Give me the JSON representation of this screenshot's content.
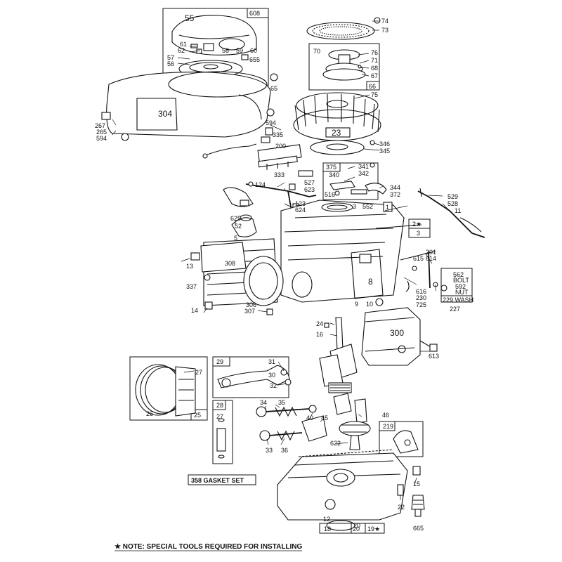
{
  "labels": {
    "l55": "55",
    "l608": "608",
    "l61": "61",
    "l62": "62",
    "l57": "57",
    "l56": "56",
    "l58": "58",
    "l59": "59",
    "l60": "60",
    "l655": "655",
    "l65": "65",
    "l74": "74",
    "l73": "73",
    "l70": "70",
    "l76": "76",
    "l71": "71",
    "l68": "68",
    "l67": "67",
    "l66": "66",
    "l75": "75",
    "l304": "304",
    "l267": "267",
    "l265": "265",
    "l594a": "594",
    "l594b": "594",
    "l335": "335",
    "l23": "23",
    "l200": "200",
    "l346": "346",
    "l345": "345",
    "l333": "333",
    "l375": "375",
    "l341": "341",
    "l340": "340",
    "l342": "342",
    "l344": "344",
    "l372": "372",
    "l516": "516",
    "l124": "124",
    "l527": "527",
    "l623": "623",
    "l123": "123",
    "l624": "624",
    "l529": "529",
    "l528": "528",
    "l11": "11",
    "l3": "3",
    "l552": "552",
    "l1": "1",
    "l625": "625",
    "l52": "52",
    "l2": "2★",
    "l3b": "3",
    "l5": "5",
    "l13": "13",
    "l308": "308",
    "l337": "337",
    "l615": "615",
    "l201": "201",
    "l614": "614",
    "l562": "562",
    "lbolt": "BOLT",
    "l592": "592",
    "lnut": "NUT",
    "l616": "616",
    "l230": "230",
    "l725": "725",
    "l229": "229 WASH",
    "l227": "227",
    "l8": "8",
    "l9": "9",
    "l10": "10",
    "l14": "14",
    "l306": "306",
    "l307": "307",
    "l24": "24",
    "l16": "16",
    "l300": "300",
    "l613": "613",
    "l27a": "27",
    "l26": "26",
    "l25": "25",
    "l29": "29",
    "l31": "31",
    "l30": "30",
    "l32": "32",
    "l28": "28",
    "l27b": "27",
    "l34": "34",
    "l35": "35",
    "l40": "40",
    "l45": "45",
    "l46": "46",
    "l219": "219",
    "l33": "33",
    "l36": "36",
    "l622": "622",
    "l358": "358 GASKET SET",
    "l15": "15",
    "l22": "22",
    "l12": "12",
    "l18": "18",
    "l20": "20",
    "l20b": "20",
    "l19": "19★",
    "l665": "665"
  },
  "footnote": "★ NOTE: SPECIAL TOOLS REQUIRED FOR INSTALLING"
}
